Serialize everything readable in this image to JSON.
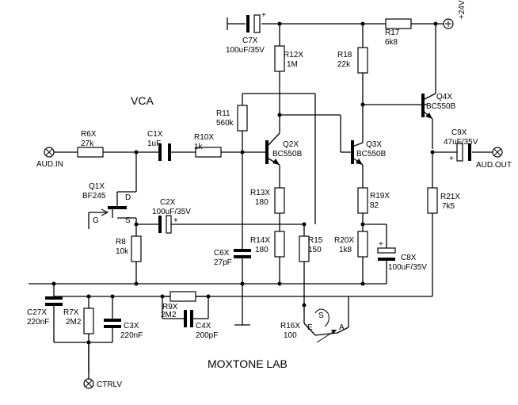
{
  "labels": {
    "title_block": "VCA",
    "footer": "MOXTONE LAB",
    "aud_in": "AUD.IN",
    "aud_out": "AUD.OUT",
    "ctrlv": "CTRLV",
    "supply": "+24V",
    "r6x_name": "R6X",
    "r6x_val": "27k",
    "c1x_name": "C1X",
    "c1x_val": "1uF",
    "r10x_name": "R10X",
    "r10x_val": "1k",
    "r11_name": "R11",
    "r11_val": "560k",
    "q1x_name": "Q1X",
    "q1x_val": "BF245",
    "d_pin": "D",
    "g_pin": "G",
    "s_pin": "S",
    "c2x_name": "C2X",
    "c2x_val": "100uF/35V",
    "r8_name": "R8",
    "r8_val": "10k",
    "c7x_name": "C7X",
    "c7x_val": "100uF/35V",
    "r12x_name": "R12X",
    "r12x_val": "1M",
    "q2x_name": "Q2X",
    "q2x_val": "BC550B",
    "r13x_name": "R13X",
    "r13x_val": "180",
    "r14x_name": "R14X",
    "r14x_val": "180",
    "c6x_name": "C6X",
    "c6x_val": "27pF",
    "r15_name": "R15",
    "r15_val": "150",
    "r18_name": "R18",
    "r18_val": "22k",
    "q3x_name": "Q3X",
    "q3x_val": "BC550B",
    "r19x_name": "R19X",
    "r19x_val": "82",
    "r20x_name": "R20X",
    "r20x_val": "1k8",
    "c8x_name": "C8X",
    "c8x_val": "100uF/35V",
    "r17_name": "R17",
    "r17_val": "6k8",
    "q4x_name": "Q4X",
    "q4x_val": "BC550B",
    "c9x_name": "C9X",
    "c9x_val": "47uF/35V",
    "r21x_name": "R21X",
    "r21x_val": "7k5",
    "c27x_name": "C27X",
    "c27x_val": "220nF",
    "r7x_name": "R7X",
    "r7x_val": "2M2",
    "c3x_name": "C3X",
    "c3x_val": "220nF",
    "r9x_name": "R9X",
    "r9x_val": "2M2",
    "c4x_name": "C4X",
    "c4x_val": "200pF",
    "r16x_name": "R16X",
    "r16x_val": "100",
    "pot_s": "S",
    "pot_e": "E",
    "pot_a": "A",
    "plus": "+"
  }
}
